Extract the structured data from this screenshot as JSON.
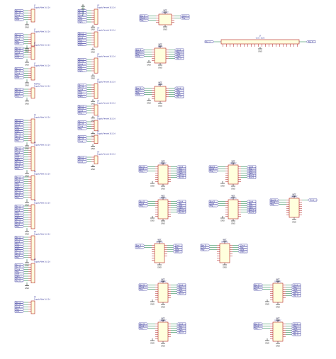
{
  "colors": {
    "wire": "#2e8b57",
    "body_fill": "#ffffdd",
    "body_stroke": "#b22222",
    "pin": "#b22222",
    "label": "#1f1f8f",
    "power": "#333333"
  },
  "components": {
    "sock_a": {
      "ref": "J?",
      "value": "Supply Male 2x1 1d"
    },
    "sock_b": {
      "ref": "J?",
      "value": "Supply Male 2x1 1d"
    },
    "sock_c": {
      "ref": "J?",
      "value": "Supply Male 2x1 1d"
    },
    "sock_d": {
      "ref": "J?",
      "value": "Supply Male 2x1 1d"
    },
    "sock_e": {
      "ref": "PCPSO",
      "value": "Supply Male 2x1 1d"
    },
    "conn_10a": {
      "ref": "P?",
      "value": "Supply Male 2x1 1d"
    },
    "conn_10b": {
      "ref": "P?",
      "value": "Supply Male 2x1 1d"
    },
    "conn_10c": {
      "ref": "P?",
      "value": "Supply Male 2x1 1d"
    },
    "conn_10d": {
      "ref": "P?",
      "value": "Supply Male 2x1 1d"
    },
    "conn_10e": {
      "ref": "P?",
      "value": "Supply Male 2x1 1d"
    },
    "conn_bot": {
      "ref": "P?",
      "value": "Supply Male 2x1 1d"
    },
    "mid_a": {
      "ref": "U?",
      "value": "Supply Female 2x1 1d"
    },
    "mid_b": {
      "ref": "U?",
      "value": "Supply Female 2x1 1d"
    },
    "mid_c": {
      "ref": "U?",
      "value": "Supply Female 2x1 1d"
    },
    "mid_d": {
      "ref": "U?",
      "value": "Supply Female 2x1 1d"
    },
    "mid_e": {
      "ref": "U?",
      "value": "Supply Female 2x1 1d"
    },
    "mid_f": {
      "ref": "U?",
      "value": "Supply Female 2x1 1d"
    },
    "mid_g": {
      "ref": "U?",
      "value": "Supply Female 2x1 1d"
    },
    "clock_ic": {
      "ref": "U?",
      "value": "DS1307"
    },
    "mux_a": {
      "ref": "U?",
      "value": "SN74"
    },
    "mux_b": {
      "ref": "U?",
      "value": "SN74"
    },
    "ic_a": {
      "ref": "U?",
      "value": "SN74HC"
    },
    "ic_b": {
      "ref": "U?",
      "value": "SN74HC"
    },
    "ic_c": {
      "ref": "U?",
      "value": "SN74HC"
    },
    "ic_d": {
      "ref": "U?",
      "value": "SN74HC"
    },
    "ic_e": {
      "ref": "U?",
      "value": "SN74HC"
    },
    "ic_f": {
      "ref": "U?",
      "value": "SN74HC"
    },
    "ic_g": {
      "ref": "U?",
      "value": "SN74HC"
    },
    "ic_h": {
      "ref": "U?",
      "value": "SN74HC"
    },
    "ic_i": {
      "ref": "U?",
      "value": "SN74HC"
    },
    "ic_j": {
      "ref": "U?",
      "value": "SN74HC"
    },
    "header_row": {
      "ref": "J?",
      "value": "Conn 1x22"
    }
  },
  "power": {
    "gnd": "GND",
    "vcc": "VCC"
  },
  "net_labels": {
    "bus_a": "Bus_A_...",
    "bus_b": "Bus_B_...",
    "clock": "Clock_...",
    "reg": "Reg_...",
    "addr": "Addr_...",
    "data": "Data_..."
  }
}
